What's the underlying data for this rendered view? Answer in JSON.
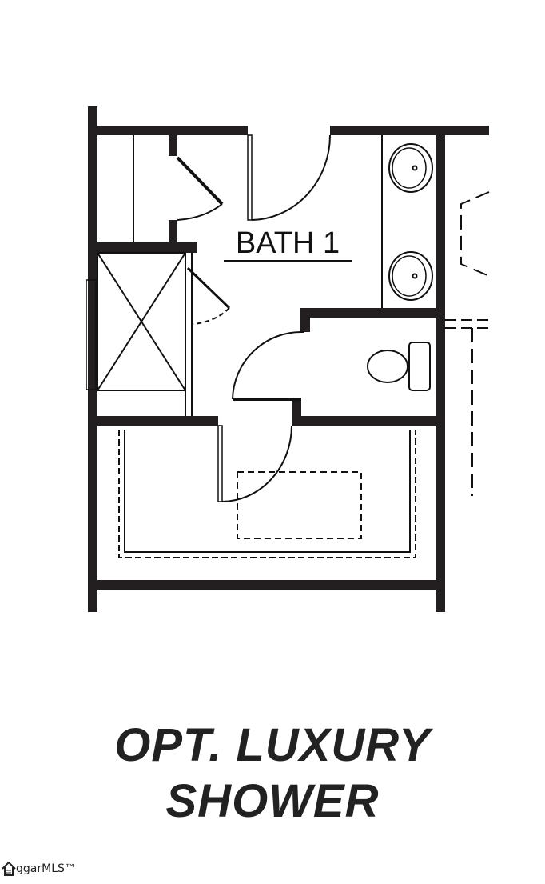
{
  "plan": {
    "room_label": "BATH 1",
    "title_line1": "OPT. LUXURY",
    "title_line2": "SHOWER",
    "wall_color": "#231f20"
  },
  "watermark": {
    "text": "ggarMLS™",
    "icon": "house-icon"
  }
}
